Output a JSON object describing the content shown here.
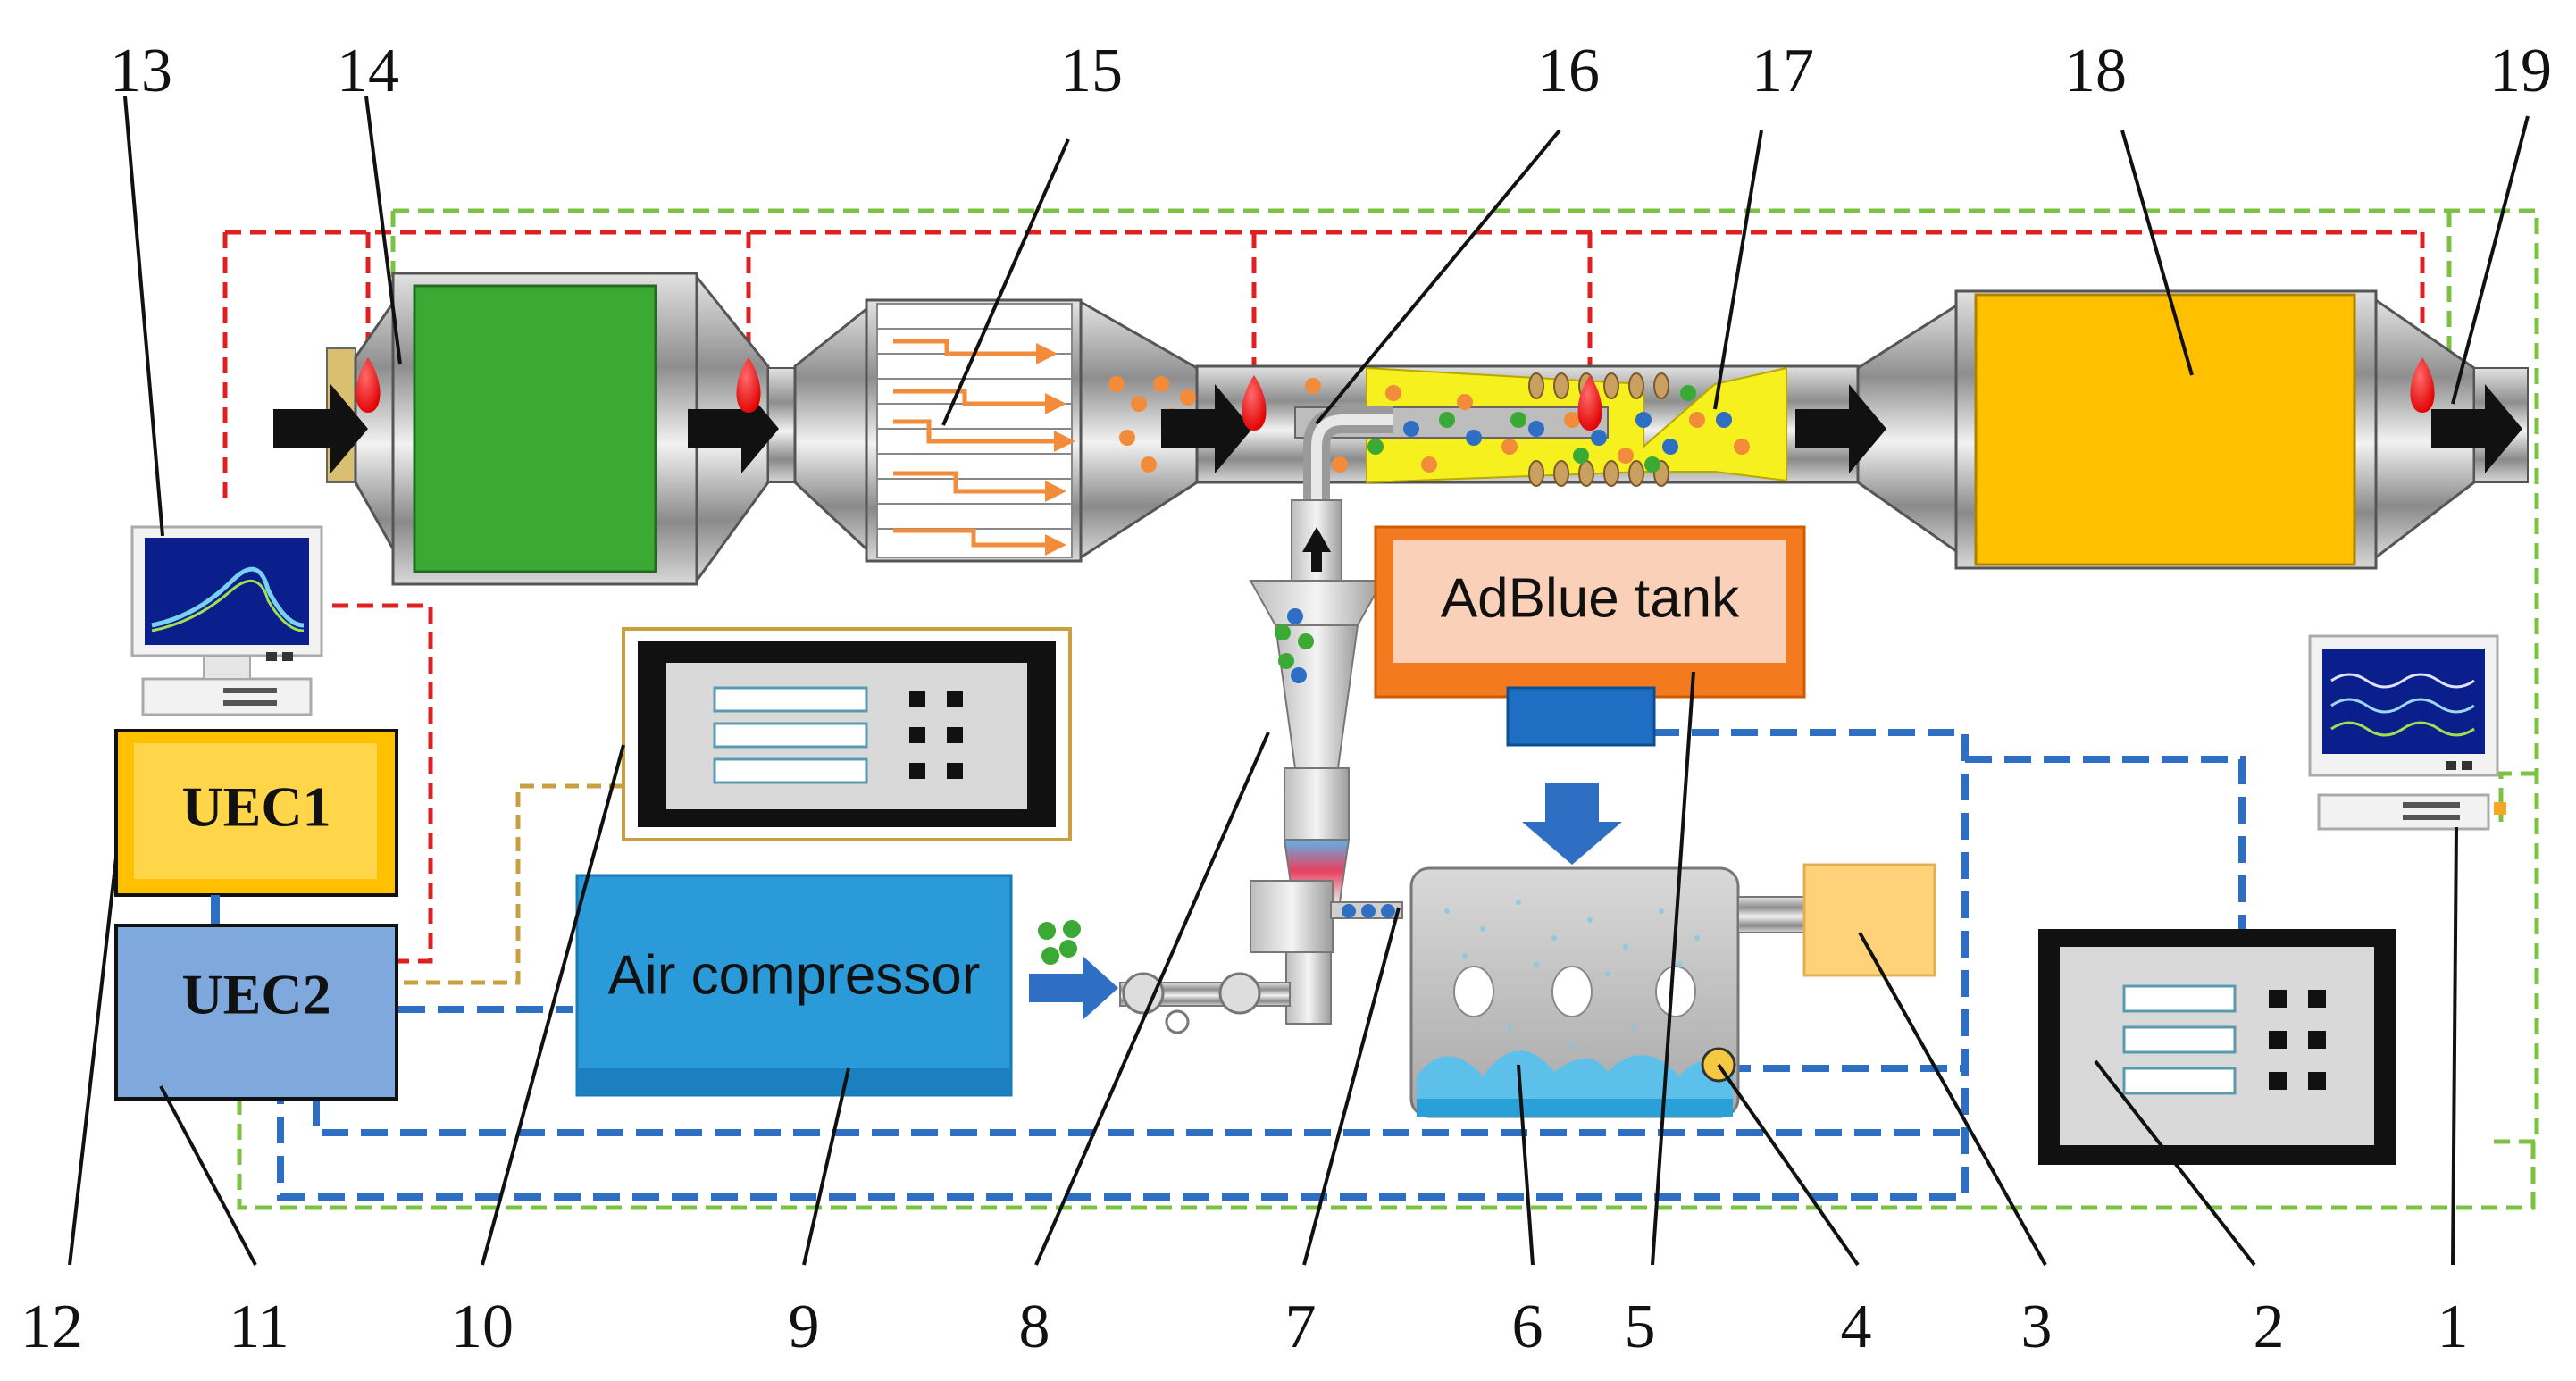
{
  "labels": {
    "adblue_tank": "AdBlue tank",
    "air_compressor": "Air compressor",
    "uec1": "UEC1",
    "uec2": "UEC2"
  },
  "callouts": [
    "1",
    "2",
    "3",
    "4",
    "5",
    "6",
    "7",
    "8",
    "9",
    "10",
    "11",
    "12",
    "13",
    "14",
    "15",
    "16",
    "17",
    "18",
    "19"
  ],
  "colors": {
    "sensor_line": "#e02020",
    "control_line": "#2e6fc4",
    "ground_line": "#7cc242",
    "signal_line": "#c8a040",
    "green_filter": "#3aaa35",
    "yellow_catalyst": "#ffc000",
    "mixing_zone": "#f5f01e",
    "adblue_tank": "#f47a20",
    "air_compressor": "#2b9ad8",
    "uec1": "#ffc000",
    "uec2": "#7fa8dc"
  }
}
